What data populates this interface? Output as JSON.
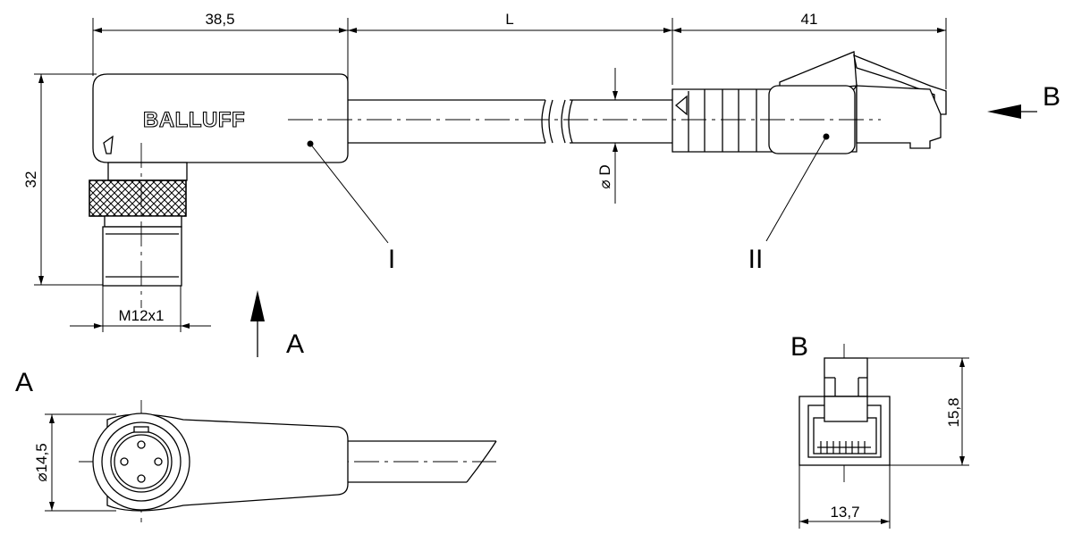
{
  "dimensions": {
    "top_left": "38,5",
    "top_mid": "L",
    "top_right": "41",
    "height_left": "32",
    "thread": "M12x1",
    "cable_dia": "⌀ D",
    "view_a_dia": "⌀14,5",
    "view_b_height": "15,8",
    "view_b_width": "13,7"
  },
  "labels": {
    "part_1": "I",
    "part_2": "II",
    "arrow_a": "A",
    "arrow_b": "B",
    "view_a": "A",
    "view_b": "B"
  },
  "brand": {
    "logo_text": "BALLUFF"
  }
}
